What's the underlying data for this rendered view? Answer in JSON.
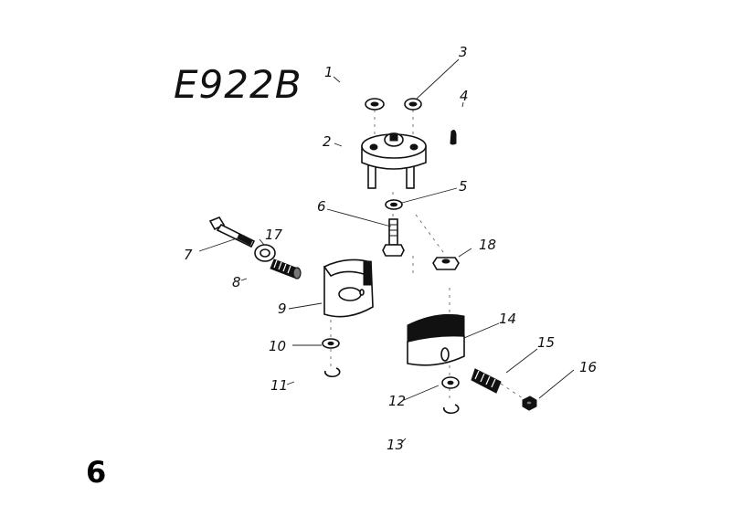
{
  "title": "E922B",
  "page_number": "6",
  "callouts": {
    "c1": "1",
    "c2": "2",
    "c3": "3",
    "c4": "4",
    "c5": "5",
    "c6": "6",
    "c7": "7",
    "c8": "8",
    "c9": "9",
    "c10": "10",
    "c11": "11",
    "c12": "12",
    "c13": "13",
    "c14": "14",
    "c15": "15",
    "c16": "16",
    "c17": "17",
    "c18": "18"
  }
}
